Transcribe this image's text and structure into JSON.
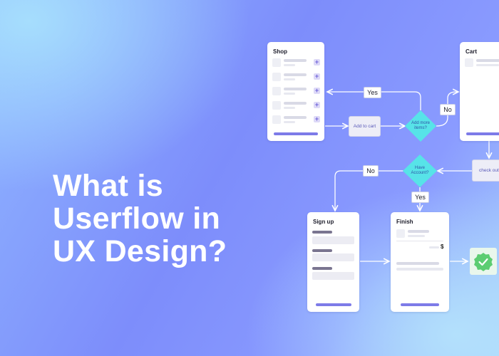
{
  "headline": {
    "line1": "What is",
    "line2": "Userflow in",
    "line3": "UX Design?"
  },
  "cards": {
    "shop": {
      "title": "Shop",
      "rows": 5
    },
    "cart": {
      "title": "Cart"
    },
    "signup": {
      "title": "Sign up"
    },
    "finish": {
      "title": "Finish",
      "currency": "$"
    }
  },
  "processes": {
    "add_to_cart": "Add to cart",
    "check_out": "check out"
  },
  "decisions": {
    "add_more_line1": "Add more",
    "add_more_line2": "items?",
    "have_account_line1": "Have",
    "have_account_line2": "Account?"
  },
  "edge_labels": {
    "yes_top": "Yes",
    "no_top": "No",
    "no_left": "No",
    "yes_bottom": "Yes"
  },
  "icons": {
    "plus": "+",
    "success": "check-badge-icon"
  },
  "colors": {
    "accent": "#7d7be8",
    "decision": "#57e3e8",
    "badge": "#5ccd72",
    "connector": "#ffffff"
  }
}
